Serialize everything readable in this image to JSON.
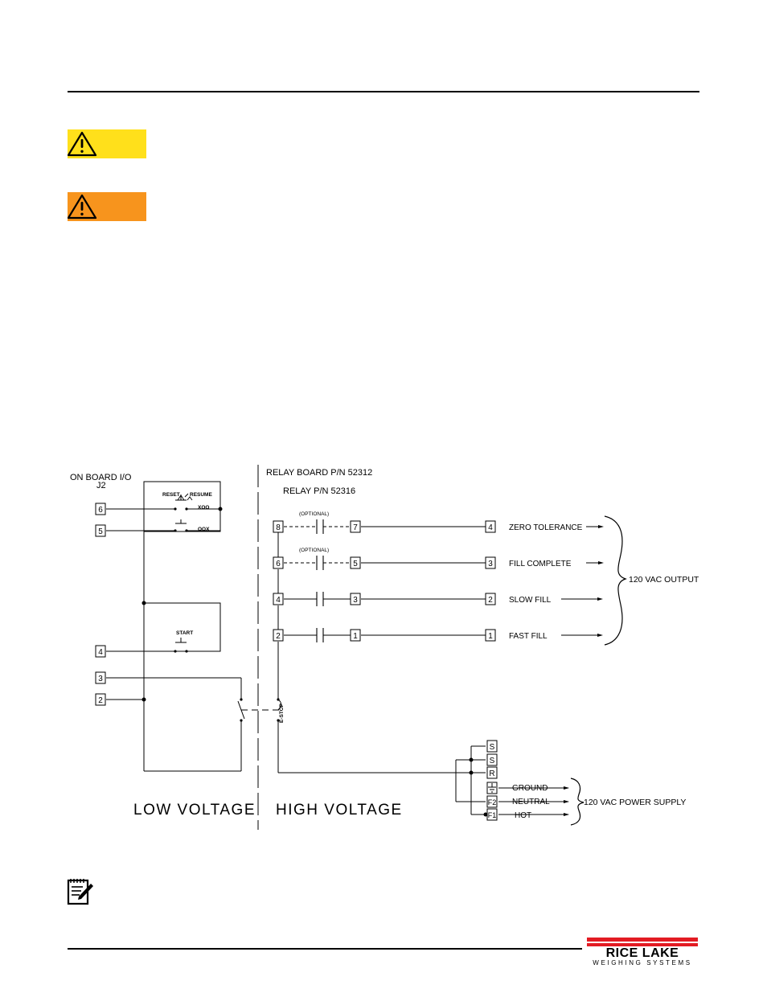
{
  "colors": {
    "caution": "#ffe01b",
    "warning": "#f7941d",
    "brand_red": "#e31b23"
  },
  "icons": {
    "caution": "exclamation-triangle-icon",
    "warning": "exclamation-triangle-icon",
    "note": "note-pad-pencil-icon"
  },
  "diagram": {
    "onboard_io": "ON BOARD I/O",
    "j2": "J2",
    "relay_board": "RELAY BOARD P/N 52312",
    "relay_pn": "RELAY P/N 52316",
    "reset": "RESET",
    "resume": "RESUME",
    "xoo": "XOO",
    "oox": "OOX",
    "start": "START",
    "estop": "E-STOP",
    "optional": "(OPTIONAL)",
    "left_terminals": [
      "6",
      "5",
      "4",
      "3",
      "2"
    ],
    "relay_rows": [
      {
        "in": "8",
        "out": "7",
        "term": "4",
        "label": "ZERO TOLERANCE",
        "optional": true
      },
      {
        "in": "6",
        "out": "5",
        "term": "3",
        "label": "FILL COMPLETE",
        "optional": true
      },
      {
        "in": "4",
        "out": "3",
        "term": "2",
        "label": "SLOW FILL",
        "optional": false
      },
      {
        "in": "2",
        "out": "1",
        "term": "1",
        "label": "FAST FILL",
        "optional": false
      }
    ],
    "output_brace": "120 VAC OUTPUT",
    "power_terminals": [
      "S",
      "S",
      "R",
      "",
      "F2",
      "F1"
    ],
    "ground": "GROUND",
    "neutral": "NEUTRAL",
    "hot": "HOT",
    "power_brace": "120 VAC POWER SUPPLY",
    "low_voltage": "LOW VOLTAGE",
    "high_voltage": "HIGH VOLTAGE"
  },
  "logo": {
    "name": "RICE LAKE",
    "tagline": "WEIGHING SYSTEMS"
  }
}
